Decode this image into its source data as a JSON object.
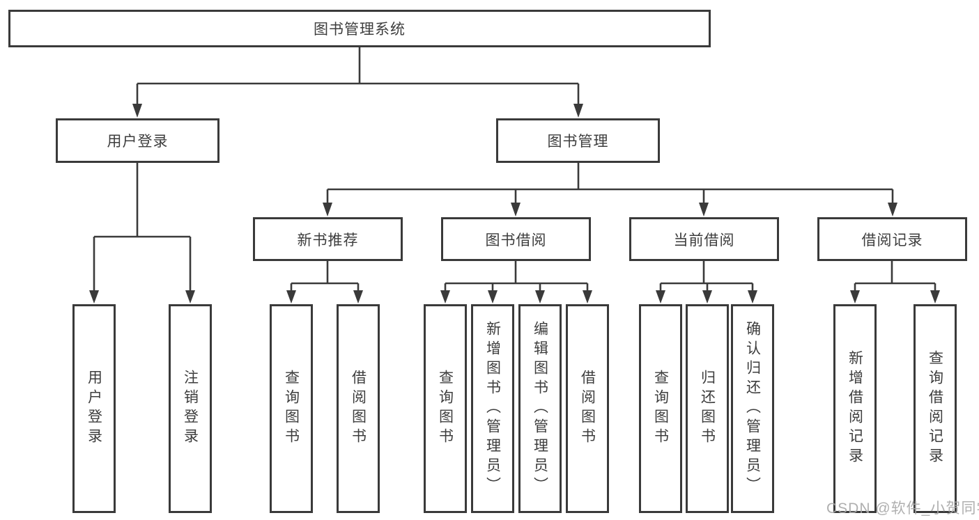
{
  "tree": {
    "root": {
      "label": "图书管理系统"
    },
    "login": {
      "label": "用户登录",
      "children": [
        "用户登录",
        "注销登录"
      ]
    },
    "mgmt": {
      "label": "图书管理",
      "groups": [
        {
          "label": "新书推荐",
          "children": [
            "查询图书",
            "借阅图书"
          ]
        },
        {
          "label": "图书借阅",
          "children": [
            "查询图书",
            "新增图书（管理员）",
            "编辑图书（管理员）",
            "借阅图书"
          ]
        },
        {
          "label": "当前借阅",
          "children": [
            "查询图书",
            "归还图书",
            "确认归还（管理员）"
          ]
        },
        {
          "label": "借阅记录",
          "children": [
            "新增借阅记录",
            "查询借阅记录"
          ]
        }
      ]
    }
  },
  "colors": {
    "line": "#3a3a3a",
    "text": "#3d3d3d",
    "background": "#ffffff",
    "watermark": "#a8a8a8"
  },
  "watermark": "CSDN @软件_小贺同学"
}
